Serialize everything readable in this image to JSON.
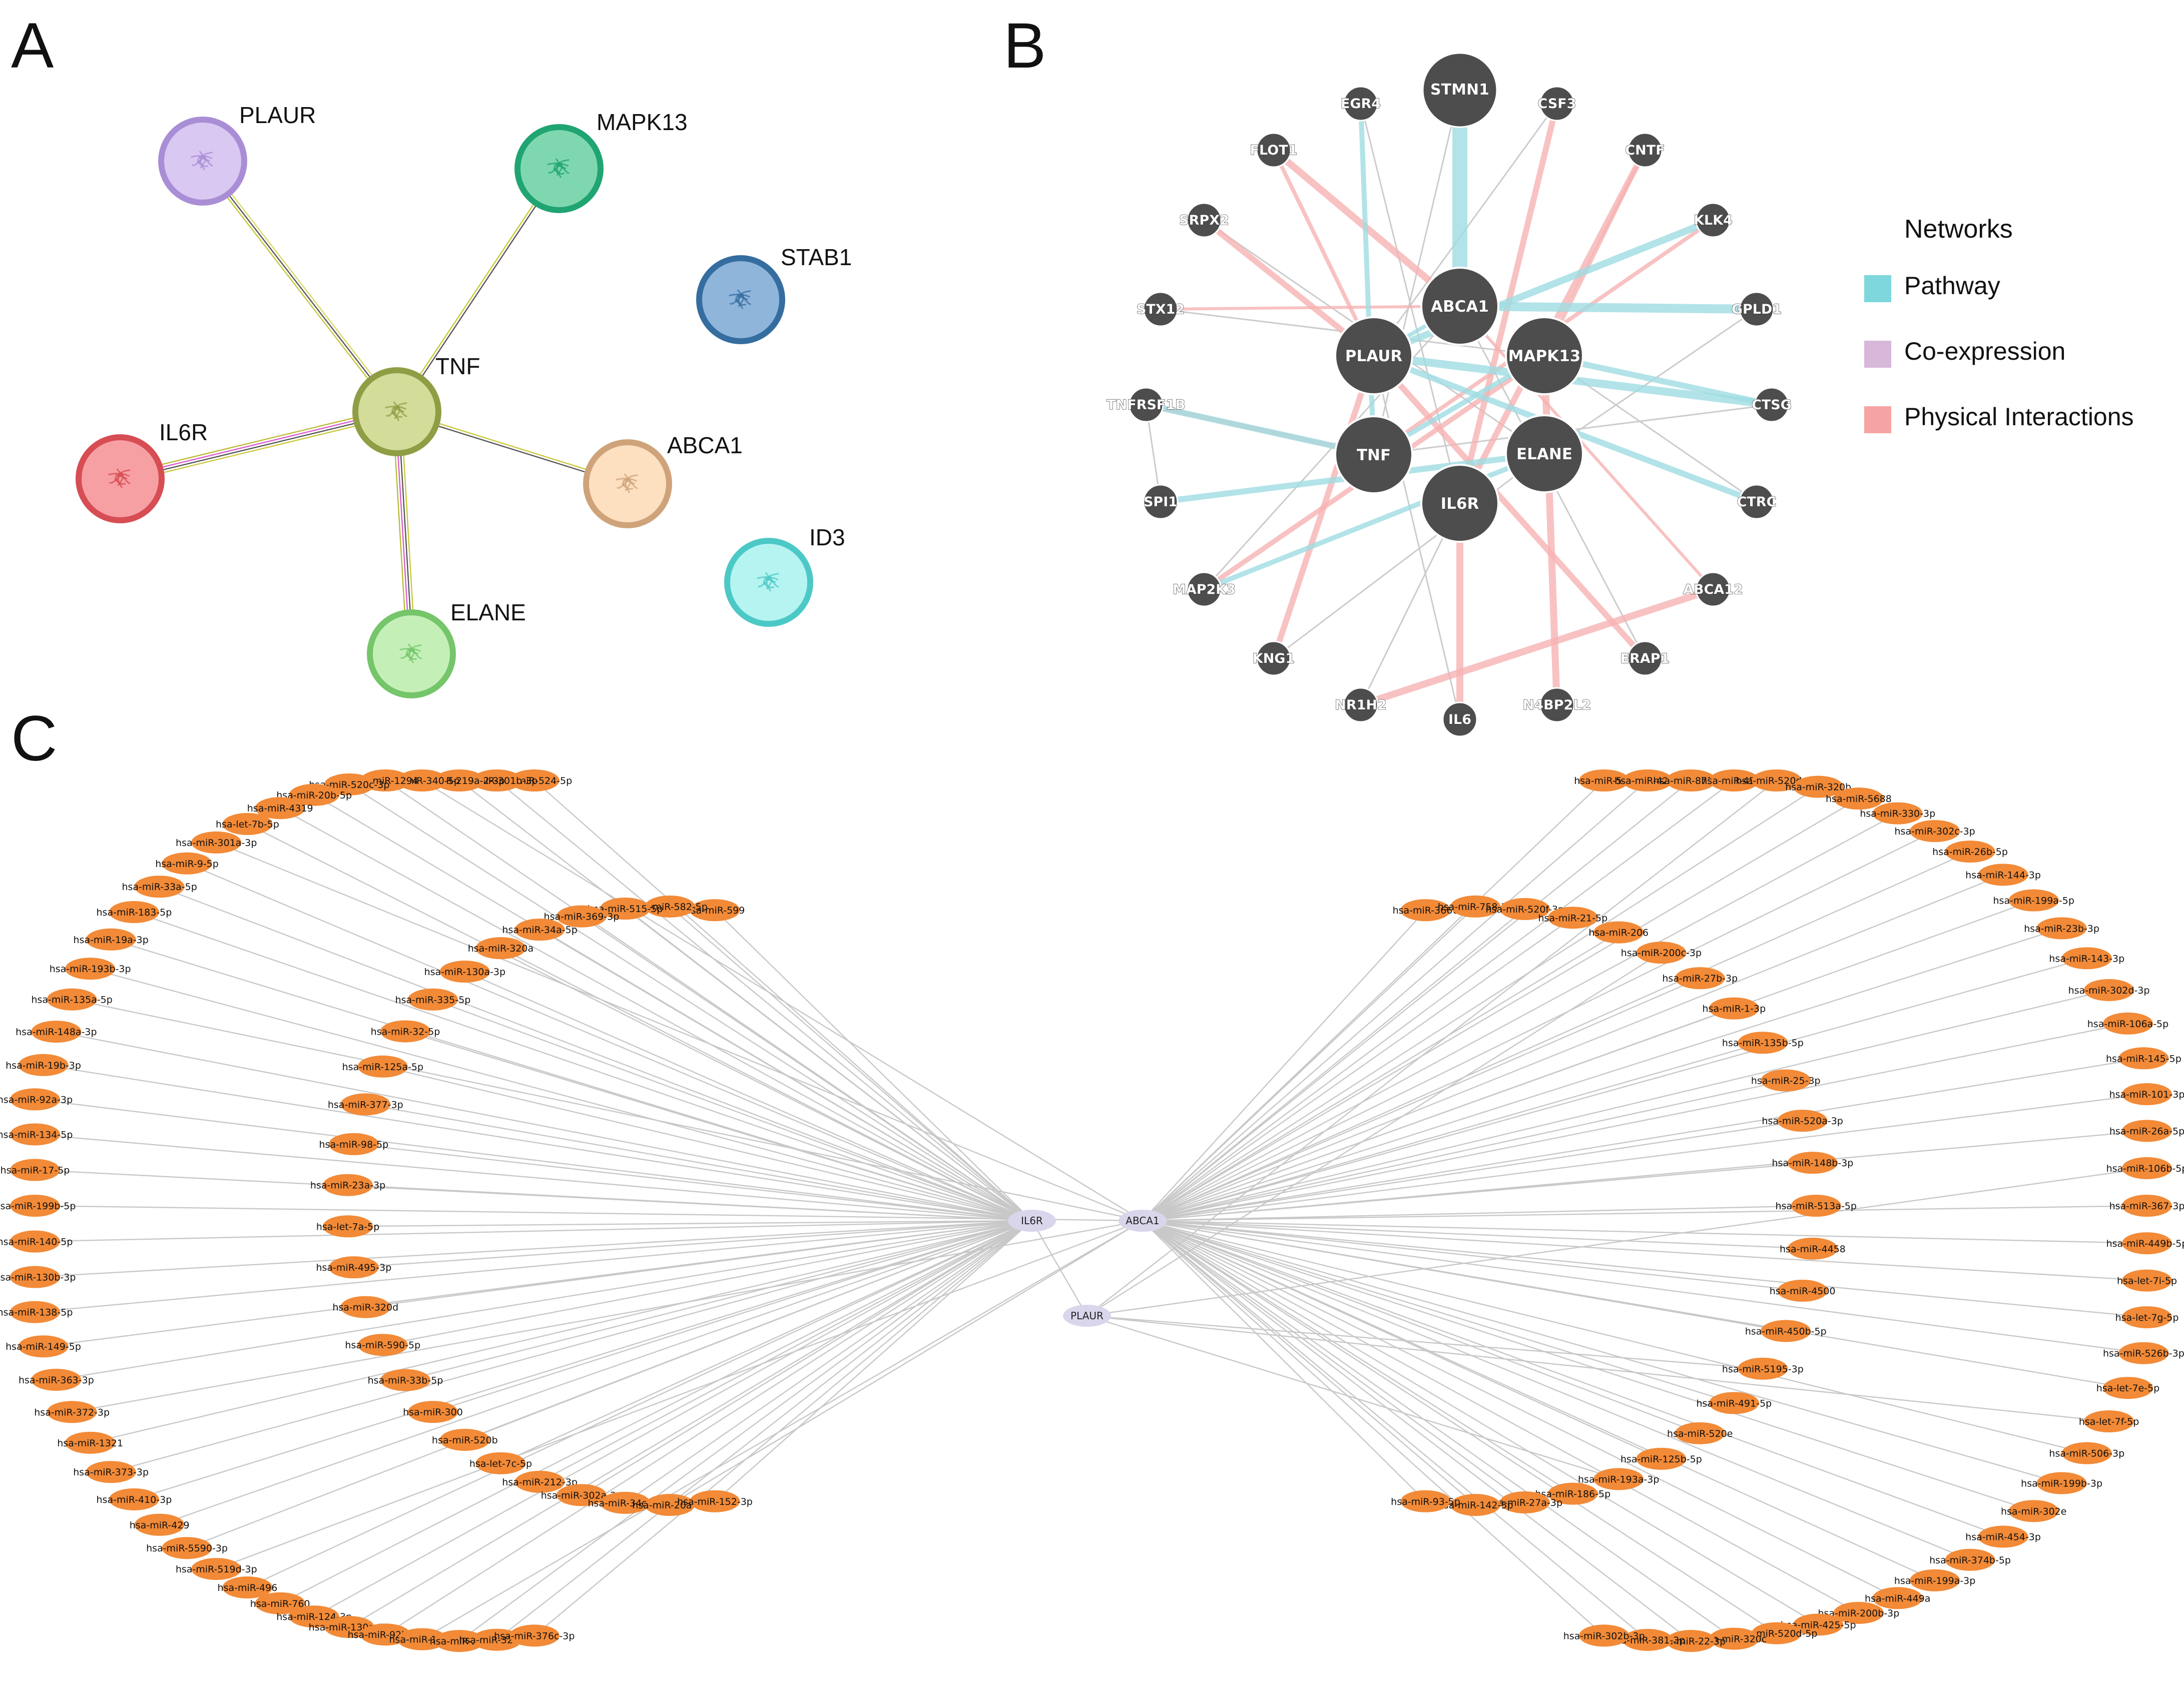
{
  "panels": {
    "a": "A",
    "b": "B",
    "c": "C"
  },
  "ppi": {
    "nodes": [
      {
        "id": "PLAUR",
        "label": "PLAUR",
        "color": "#a98ed6",
        "fill": "#d9c8f2"
      },
      {
        "id": "MAPK13",
        "label": "MAPK13",
        "color": "#1fa472",
        "fill": "#7fd7b0"
      },
      {
        "id": "STAB1",
        "label": "STAB1",
        "color": "#356da0",
        "fill": "#8fb5db"
      },
      {
        "id": "TNF",
        "label": "TNF",
        "color": "#8f9e45",
        "fill": "#d4dc99"
      },
      {
        "id": "IL6R",
        "label": "IL6R",
        "color": "#d64d53",
        "fill": "#f7a0a4"
      },
      {
        "id": "ABCA1",
        "label": "ABCA1",
        "color": "#cfa37a",
        "fill": "#fce0c0"
      },
      {
        "id": "ID3",
        "label": "ID3",
        "color": "#4cc9c6",
        "fill": "#b6f4f2"
      },
      {
        "id": "ELANE",
        "label": "ELANE",
        "color": "#75c56a",
        "fill": "#c4f0b8"
      }
    ],
    "edges": [
      {
        "from": "TNF",
        "to": "PLAUR",
        "colors": [
          "#c8c83a",
          "#555555",
          "#dada66"
        ]
      },
      {
        "from": "TNF",
        "to": "MAPK13",
        "colors": [
          "#c8c83a",
          "#555555"
        ]
      },
      {
        "from": "TNF",
        "to": "IL6R",
        "colors": [
          "#c8c83a",
          "#555555",
          "#d75bd0",
          "#bbbb33"
        ]
      },
      {
        "from": "TNF",
        "to": "ABCA1",
        "colors": [
          "#c8c83a",
          "#555555"
        ]
      },
      {
        "from": "TNF",
        "to": "ELANE",
        "colors": [
          "#c8c83a",
          "#555555",
          "#d75bd0",
          "#bbbb33"
        ]
      }
    ]
  },
  "genemania": {
    "hubs": [
      "ABCA1",
      "PLAUR",
      "MAPK13",
      "TNF",
      "ELANE",
      "IL6R"
    ],
    "nodes": [
      "STMN1",
      "EGR4",
      "CSF3",
      "FLOT1",
      "CNTF",
      "SRPX2",
      "KLK4",
      "STX12",
      "GPLD1",
      "TNFRSF1B",
      "CTSG",
      "SPI1",
      "CTRC",
      "MAP2K3",
      "ABCA12",
      "KNG1",
      "ERAP1",
      "NR1H2",
      "IL6",
      "N4BP2L2"
    ],
    "legend": {
      "title": "Networks",
      "items": [
        {
          "label": "Pathway",
          "color": "#7dd7dc"
        },
        {
          "label": "Co-expression",
          "color": "#d7b7da"
        },
        {
          "label": "Physical Interactions",
          "color": "#f6a3a3"
        }
      ]
    },
    "colors": {
      "node": "#4d4d4d",
      "pathway": "#9fdde3",
      "physical": "#f7b3b3",
      "coexp": "#cccccc"
    }
  },
  "mirna": {
    "hubs": [
      {
        "id": "IL6R",
        "label": "IL6R"
      },
      {
        "id": "ABCA1",
        "label": "ABCA1"
      },
      {
        "id": "PLAUR",
        "label": "PLAUR"
      }
    ],
    "colors": {
      "mirna": "#f28a37",
      "hub": "#d9d6ec",
      "edge": "#c8c8c8"
    },
    "left": [
      "hsa-miR-524-5p",
      "hsa-miR-301b-3p",
      "hsa-miR-599",
      "hsa-miR-219a-2-3p",
      "hsa-miR-340-5p",
      "hsa-miR-582-5p",
      "hsa-miR-1294",
      "hsa-miR-520c-3p",
      "hsa-miR-515-5p",
      "hsa-miR-20b-5p",
      "hsa-miR-4319",
      "hsa-miR-369-3p",
      "hsa-let-7b-5p",
      "hsa-miR-301a-3p",
      "hsa-miR-34a-5p",
      "hsa-miR-9-5p",
      "hsa-miR-33a-5p",
      "hsa-miR-320a",
      "hsa-miR-183-5p",
      "hsa-miR-19a-3p",
      "hsa-miR-130a-3p",
      "hsa-miR-193b-3p",
      "hsa-miR-135a-5p",
      "hsa-miR-335-5p",
      "hsa-miR-148a-3p",
      "hsa-miR-19b-3p",
      "hsa-miR-32-5p",
      "hsa-miR-92a-3p",
      "hsa-miR-134-5p",
      "hsa-miR-125a-5p",
      "hsa-miR-17-5p",
      "hsa-miR-199b-5p",
      "hsa-miR-377-3p",
      "hsa-miR-140-5p",
      "hsa-miR-130b-3p",
      "hsa-miR-98-5p",
      "hsa-miR-138-5p",
      "hsa-miR-149-5p",
      "hsa-miR-23a-3p",
      "hsa-miR-363-3p",
      "hsa-miR-372-3p",
      "hsa-let-7a-5p",
      "hsa-miR-1321",
      "hsa-miR-373-3p",
      "hsa-miR-495-3p",
      "hsa-miR-410-3p",
      "hsa-miR-429",
      "hsa-miR-320d",
      "hsa-miR-5590-3p",
      "hsa-miR-519d-3p",
      "hsa-miR-590-5p",
      "hsa-miR-496",
      "hsa-miR-760",
      "hsa-miR-33b-5p",
      "hsa-miR-124-3p",
      "hsa-miR-130a-5p",
      "hsa-miR-300",
      "hsa-miR-92b-3p",
      "hsa-miR-1297",
      "hsa-miR-520b",
      "hsa-miR-23c",
      "hsa-miR-324-3p",
      "hsa-let-7c-5p",
      "hsa-miR-376c-3p",
      "hsa-miR-212-3p",
      "hsa-miR-302a-3p",
      "hsa-miR-34c-5p",
      "hsa-miR-20a-5p",
      "hsa-miR-152-3p"
    ],
    "right": [
      "hsa-miR-543",
      "hsa-miR-4295",
      "hsa-miR-3666",
      "hsa-miR-873-5p",
      "hsa-miR-451a",
      "hsa-miR-758-3p",
      "hsa-miR-520d-3p",
      "hsa-miR-320b",
      "hsa-miR-520f-3p",
      "hsa-miR-5688",
      "hsa-miR-330-3p",
      "hsa-miR-21-5p",
      "hsa-miR-302c-3p",
      "hsa-miR-26b-5p",
      "hsa-miR-206",
      "hsa-miR-144-3p",
      "hsa-miR-199a-5p",
      "hsa-miR-200c-3p",
      "hsa-miR-23b-3p",
      "hsa-miR-143-3p",
      "hsa-miR-27b-3p",
      "hsa-miR-302d-3p",
      "hsa-miR-106a-5p",
      "hsa-miR-1-3p",
      "hsa-miR-145-5p",
      "hsa-miR-101-3p",
      "hsa-miR-135b-5p",
      "hsa-miR-26a-5p",
      "hsa-miR-106b-5p",
      "hsa-miR-25-3p",
      "hsa-miR-367-3p",
      "hsa-miR-449b-5p",
      "hsa-miR-520a-3p",
      "hsa-let-7i-5p",
      "hsa-let-7g-5p",
      "hsa-miR-148b-3p",
      "hsa-miR-526b-3p",
      "hsa-let-7e-5p",
      "hsa-miR-513a-5p",
      "hsa-let-7f-5p",
      "hsa-miR-506-3p",
      "hsa-miR-4458",
      "hsa-miR-199b-3p",
      "hsa-miR-302e",
      "hsa-miR-4500",
      "hsa-miR-454-3p",
      "hsa-miR-374b-5p",
      "hsa-miR-450b-5p",
      "hsa-miR-199a-3p",
      "hsa-miR-449a",
      "hsa-miR-5195-3p",
      "hsa-miR-200b-3p",
      "hsa-miR-425-5p",
      "hsa-miR-491-5p",
      "hsa-miR-520d-5p",
      "hsa-miR-320c",
      "hsa-miR-520e",
      "hsa-miR-22-3p",
      "hsa-miR-381-3p",
      "hsa-miR-125b-5p",
      "hsa-miR-302b-3p",
      "hsa-miR-193a-3p",
      "hsa-miR-186-5p",
      "hsa-miR-27a-3p",
      "hsa-miR-142-5p",
      "hsa-miR-93-5p"
    ]
  }
}
